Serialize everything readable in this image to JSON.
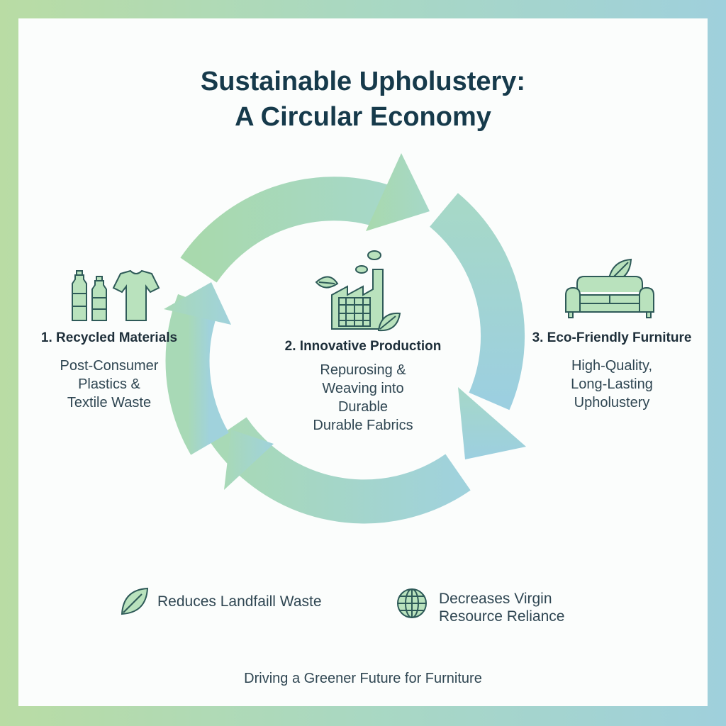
{
  "title": {
    "line1": "Sustainable Upholustery:",
    "line2": "A Circular Economy"
  },
  "steps": [
    {
      "title": "1. Recycled Materials",
      "desc": [
        "Post-Consumer",
        "Plastics &",
        "Textile Waste"
      ],
      "icon": "bottles-and-tshirt-icon"
    },
    {
      "title": "2. Innovative Production",
      "desc": [
        "Repurosing &",
        "Weaving into",
        "Durable",
        "Durable Fabrics"
      ],
      "icon": "factory-icon"
    },
    {
      "title": "3. Eco-Friendly Furniture",
      "desc": [
        "High-Quality,",
        "Long-Lasting",
        "Upholustery"
      ],
      "icon": "sofa-icon"
    }
  ],
  "benefits": [
    {
      "icon": "leaf-icon",
      "lines": [
        "Reduces Landfaill Waste"
      ]
    },
    {
      "icon": "globe-icon",
      "lines": [
        "Decreases Virgin",
        "Resource Reliance"
      ]
    }
  ],
  "footer": "Driving a Greener Future for Furniture",
  "colors": {
    "arrow_green": "#a9d9b4",
    "arrow_blue": "#9fd1e0",
    "icon_fill": "#b9e2bd",
    "icon_stroke": "#2e5a58",
    "title": "#163a4b"
  }
}
